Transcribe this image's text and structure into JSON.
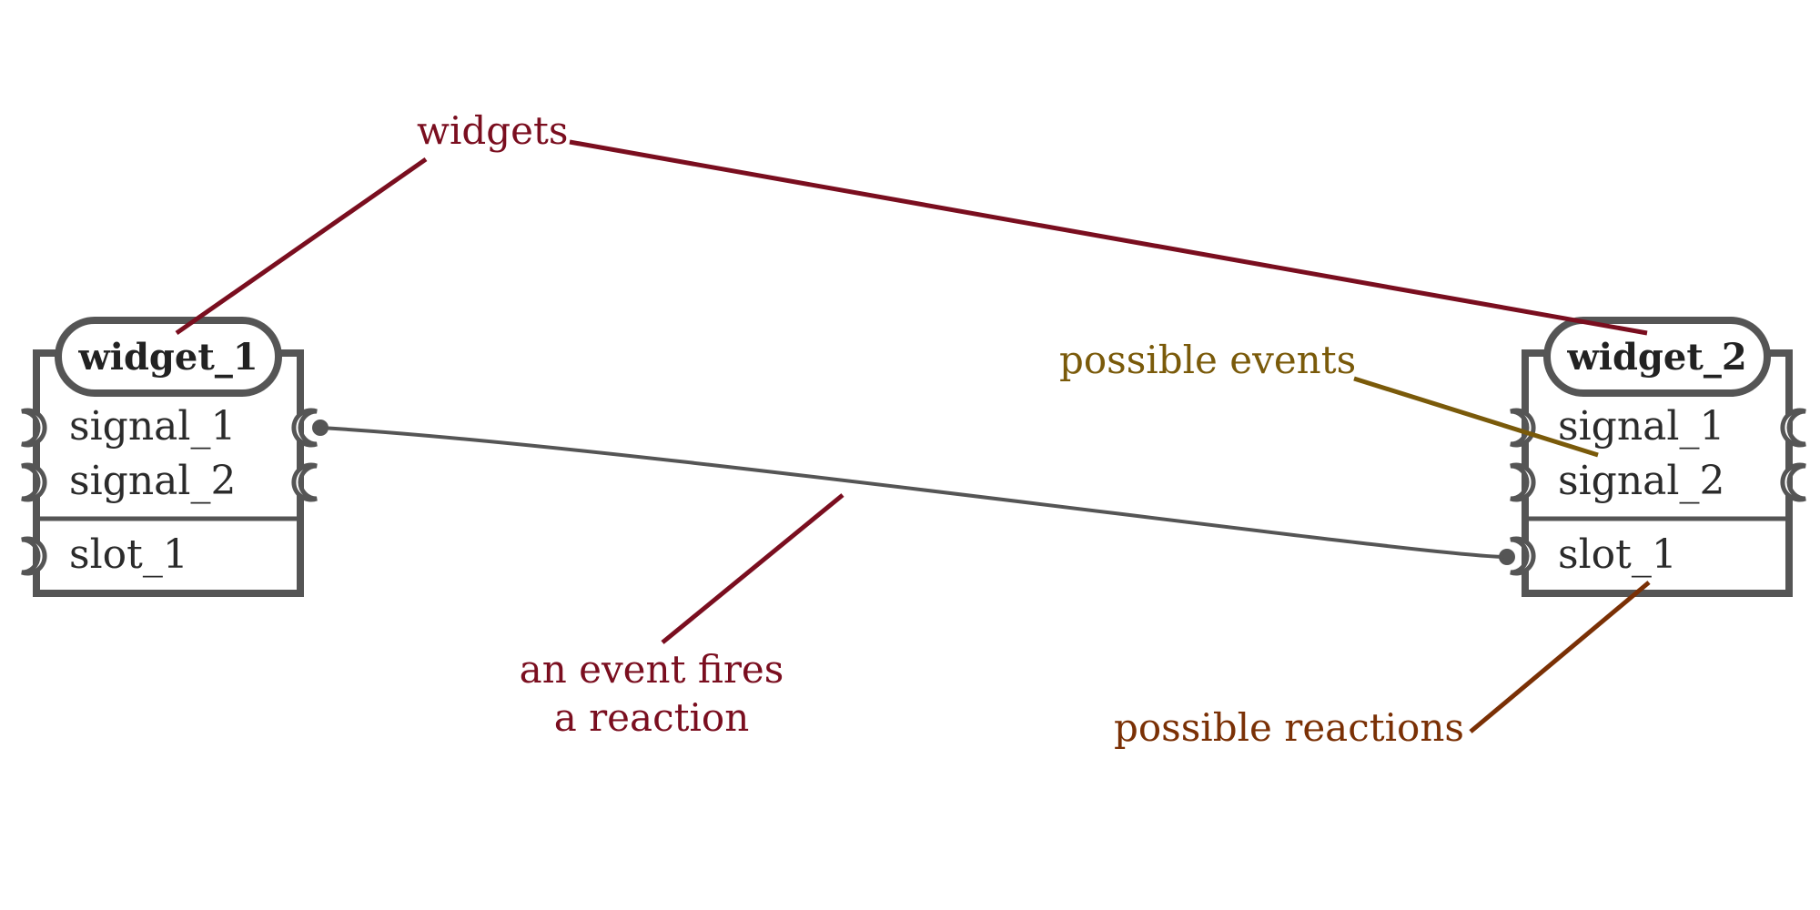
{
  "widgets": [
    {
      "title": "widget_1",
      "signals": [
        "signal_1",
        "signal_2"
      ],
      "slots": [
        "slot_1"
      ]
    },
    {
      "title": "widget_2",
      "signals": [
        "signal_1",
        "signal_2"
      ],
      "slots": [
        "slot_1"
      ]
    }
  ],
  "annotations": {
    "widgets": "widgets",
    "possible_events": "possible events",
    "event_fires_line1": "an event fires",
    "event_fires_line2": "a reaction",
    "possible_reactions": "possible reactions"
  },
  "colors": {
    "widgets_label": "#7a0e1f",
    "events_label": "#7a5a0a",
    "fires_label": "#7a0e1f",
    "reactions_label": "#7a3005",
    "box_stroke": "#555555"
  }
}
